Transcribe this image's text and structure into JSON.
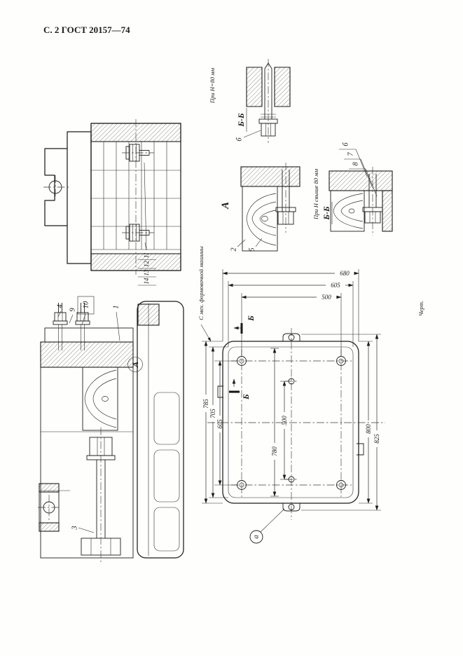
{
  "page": {
    "header": "С. 2 ГОСТ 20157—74",
    "margin_note": "Черт."
  },
  "section_bb_top": {
    "title": "Б-Б",
    "condition": "При Н=80 мм",
    "callout": "б"
  },
  "section_bb_right": {
    "title": "Б-Б",
    "condition": "При Н свыше 80 мм",
    "callouts": [
      "б",
      "7",
      "8"
    ]
  },
  "detail_a": {
    "title": "А",
    "callouts": [
      "2",
      "5"
    ]
  },
  "end_view": {
    "callouts": [
      "11",
      "12",
      "13",
      "14"
    ]
  },
  "side_view": {
    "callouts": [
      "4",
      "9",
      "10",
      "1",
      "3"
    ],
    "detail_mark": "А",
    "note": "С мех. формовочной машины"
  },
  "plate_view": {
    "cut_label": "Б",
    "datum_mark": "а",
    "dims": {
      "width_outer": "680",
      "width_mid": "605",
      "width_holes": "500",
      "height_outer": "785",
      "height_mid": "705",
      "height_holes": "605",
      "center_span": "500",
      "rib_span": "780",
      "length_plate": "800",
      "length_overall": "825"
    }
  }
}
